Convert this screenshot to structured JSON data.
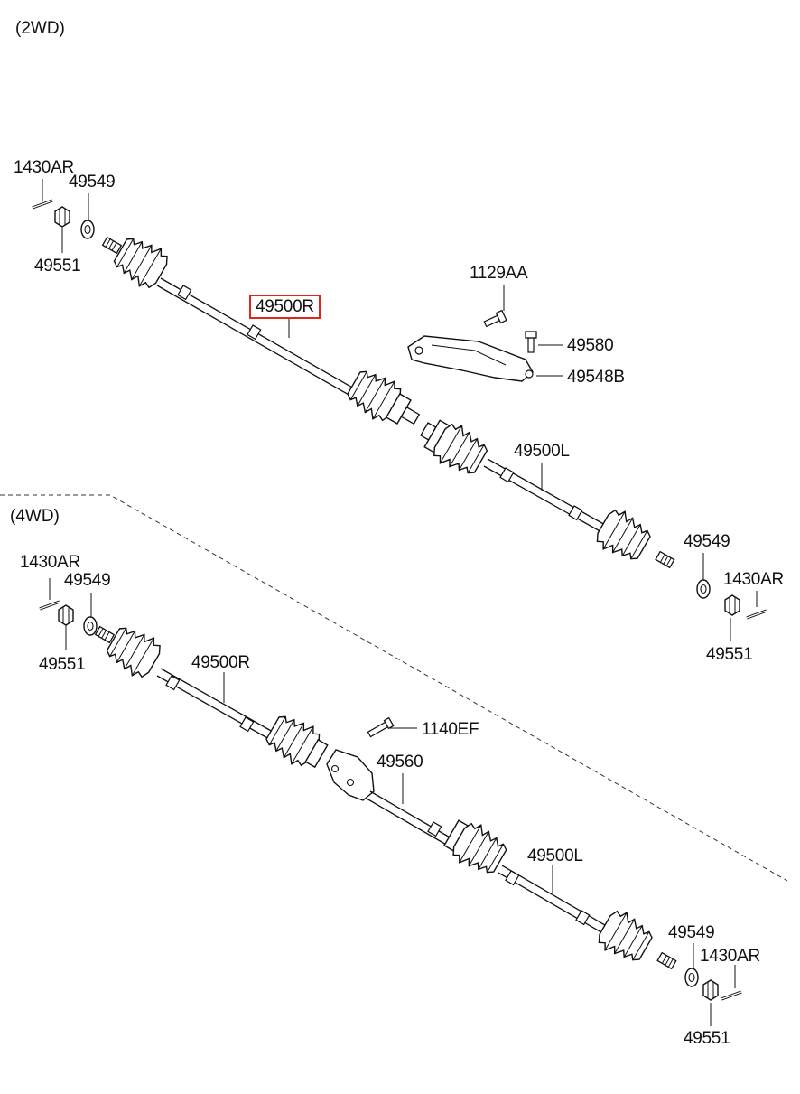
{
  "sections": {
    "two_wd": "(2WD)",
    "four_wd": "(4WD)"
  },
  "labels": {
    "2wd_1430AR": "1430AR",
    "2wd_49549_l": "49549",
    "2wd_49551_l": "49551",
    "2wd_49500R": "49500R",
    "2wd_1129AA": "1129AA",
    "2wd_49580": "49580",
    "2wd_49548B": "49548B",
    "2wd_49500L": "49500L",
    "2wd_49549_r": "49549",
    "2wd_1430AR_r": "1430AR",
    "2wd_49551_r": "49551",
    "4wd_1430AR": "1430AR",
    "4wd_49549_l": "49549",
    "4wd_49551_l": "49551",
    "4wd_49500R": "49500R",
    "4wd_1140EF": "1140EF",
    "4wd_49560": "49560",
    "4wd_49500L": "49500L",
    "4wd_49549_r": "49549",
    "4wd_1430AR_r": "1430AR",
    "4wd_49551_r": "49551"
  },
  "highlight": {
    "part": "49500R",
    "color": "#e0261b"
  },
  "colors": {
    "line": "#111111",
    "highlight_border": "#e0261b"
  }
}
